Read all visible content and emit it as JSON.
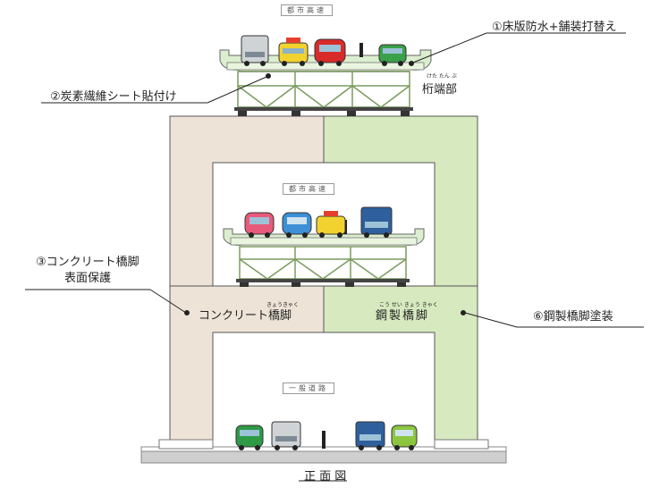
{
  "signs": {
    "top": "都市高速",
    "middle": "都市高速",
    "bottom": "一般道路"
  },
  "labels": {
    "item1": "①床版防水+舗装打替え",
    "item2": "②炭素繊維シート貼付け",
    "girder_end": "桁端部",
    "girder_end_ruby": "けた たん ぶ",
    "item3_line1": "③コンクリート橋脚",
    "item3_line2": "表面保護",
    "item6": "⑥鋼製橋脚塗装",
    "concrete_pier": "コンクリート橋脚",
    "concrete_pier_ruby": "きょうきゃく",
    "steel_pier": "鋼製橋脚",
    "steel_pier_ruby": "こう せい きょう きゃく",
    "caption": "正 面 図"
  },
  "colors": {
    "concrete": "#ede3d6",
    "steel": "#d6e9bf",
    "girder": "#dbeecf",
    "truss": "#bfdca6",
    "road": "#cfcfcf"
  }
}
